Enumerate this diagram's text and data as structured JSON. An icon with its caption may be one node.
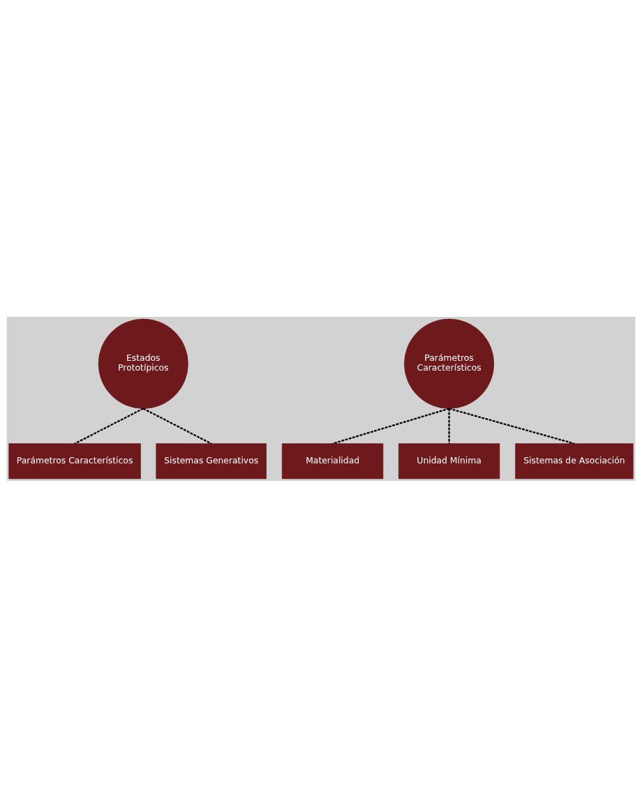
{
  "diagram": {
    "nodes": [
      {
        "text": [
          "Estados Prototípicos"
        ]
      },
      {
        "text": [
          "Parámetros Característicos"
        ]
      },
      {
        "text": [
          "Sistemas Generativos"
        ]
      },
      {
        "text": [
          "Parámetros Característicos"
        ]
      },
      {
        "text": [
          "Materialidad"
        ]
      },
      {
        "text": [
          "Unidad Mínima"
        ]
      },
      {
        "text": [
          "Sistemas de Asociación"
        ]
      }
    ],
    "edges": [
      {
        "from": 0,
        "to": 1,
        "arrow": "none",
        "style": "dashed"
      },
      {
        "from": 0,
        "to": 2,
        "arrow": "none",
        "style": "dashed"
      },
      {
        "from": 3,
        "to": 4,
        "arrow": "none",
        "style": "dashed"
      },
      {
        "from": 3,
        "to": 5,
        "arrow": "none",
        "style": "dashed"
      },
      {
        "from": 3,
        "to": 6,
        "arrow": "none",
        "style": "dashed"
      }
    ]
  }
}
